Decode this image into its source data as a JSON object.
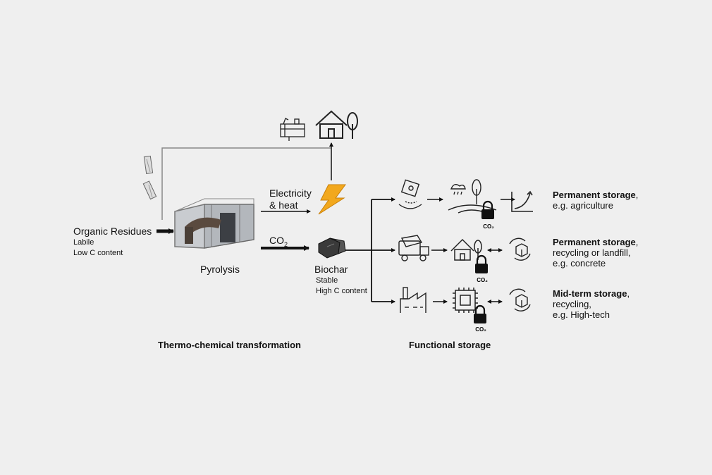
{
  "inputs": {
    "organic_residues": "Organic Residues",
    "labile": "Labile",
    "low_c": "Low C content"
  },
  "process": {
    "pyrolysis": "Pyrolysis",
    "electricity_heat_line1": "Electricity",
    "electricity_heat_line2": "& heat",
    "co2": "CO",
    "co2_sub": "2"
  },
  "output": {
    "biochar": "Biochar",
    "stable": "Stable",
    "high_c": "High C content"
  },
  "lock_label": "CO₂",
  "storage": [
    {
      "title": "Permanent storage",
      "suffix": ",",
      "lines": [
        "e.g. agriculture"
      ]
    },
    {
      "title": "Permanent storage",
      "suffix": ",",
      "lines": [
        "recycling or landfill,",
        "e.g. concrete"
      ]
    },
    {
      "title": "Mid-term storage",
      "suffix": ",",
      "lines": [
        "recycling,",
        "e.g. High-tech"
      ]
    }
  ],
  "sections": {
    "left": "Thermo-chemical transformation",
    "right": "Functional storage"
  },
  "icons": {
    "lightning": "lightning-icon",
    "house": "house-icon",
    "desk": "desk-icon",
    "biochar": "biochar-icon",
    "pyrolysis_unit": "pyrolysis-container-icon"
  },
  "colors": {
    "background": "#efefef",
    "lightning": "#f2a81d",
    "biochar": "#3a3a3a"
  }
}
